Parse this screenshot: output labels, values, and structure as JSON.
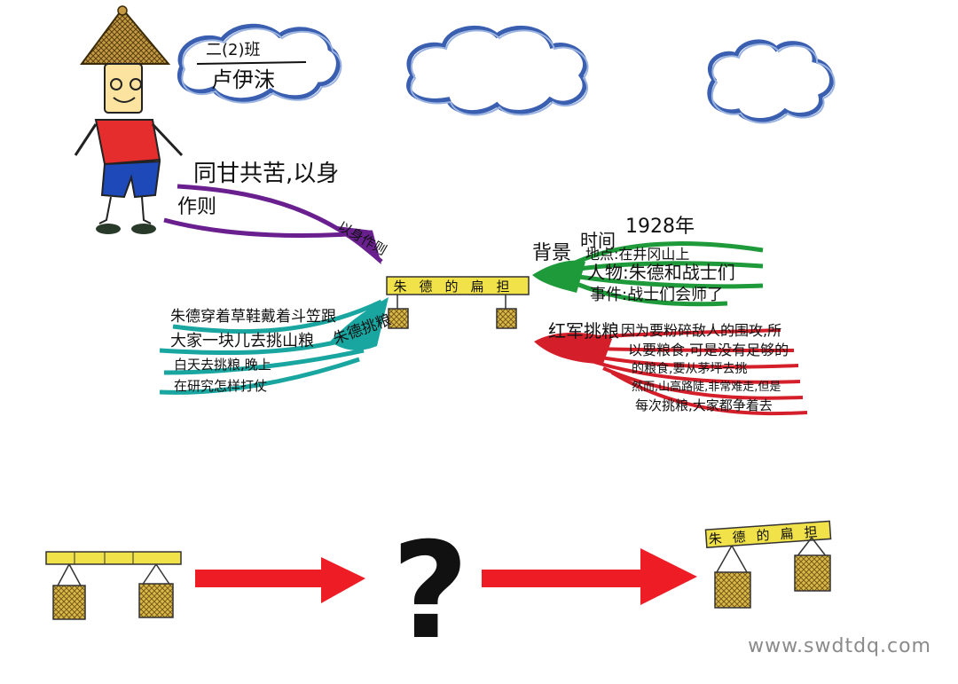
{
  "author": {
    "class_label": "二(2)班",
    "name": "卢伊沫"
  },
  "center_title": "朱德的扁担",
  "branches": {
    "top_left": {
      "label": "以身作则",
      "lines": [
        "同甘共苦,以身",
        "作则"
      ]
    },
    "bottom_left": {
      "label": "朱德挑粮",
      "lines": [
        "朱德穿着草鞋戴着斗笠跟",
        "大家一块儿去挑山粮",
        "白天去挑粮,晚上",
        "在研究怎样打仗"
      ]
    },
    "top_right": {
      "label": "背景",
      "time_label": "时间",
      "time_value": "1928年",
      "lines": [
        "地点:在井冈山上",
        "人物:朱德和战士们",
        "事件:战士们会师了"
      ]
    },
    "bottom_right": {
      "label": "红军挑粮",
      "lines": [
        "因为要粉碎敌人的围攻,所",
        "以要粮食,可是没有足够的",
        "的粮食,要从茅坪去挑",
        "然而,山高路陡,非常难走,但是",
        "每次挑粮,大家都争着去"
      ]
    }
  },
  "bottom_symbol": "?",
  "watermark": "www.swdtdq.com",
  "colors": {
    "cloud": "#3b5fb0",
    "carrying_pole": "#f2e24a",
    "basket": "#d6b23a",
    "arrow": "#ee1c24",
    "branch_purple": "#6a1f8f",
    "branch_green": "#1f9a3a",
    "branch_teal": "#1aa6a0",
    "branch_red": "#d41f2a",
    "shirt": "#e52d2d",
    "shorts": "#1e49b8",
    "hat": "#b5893b"
  }
}
